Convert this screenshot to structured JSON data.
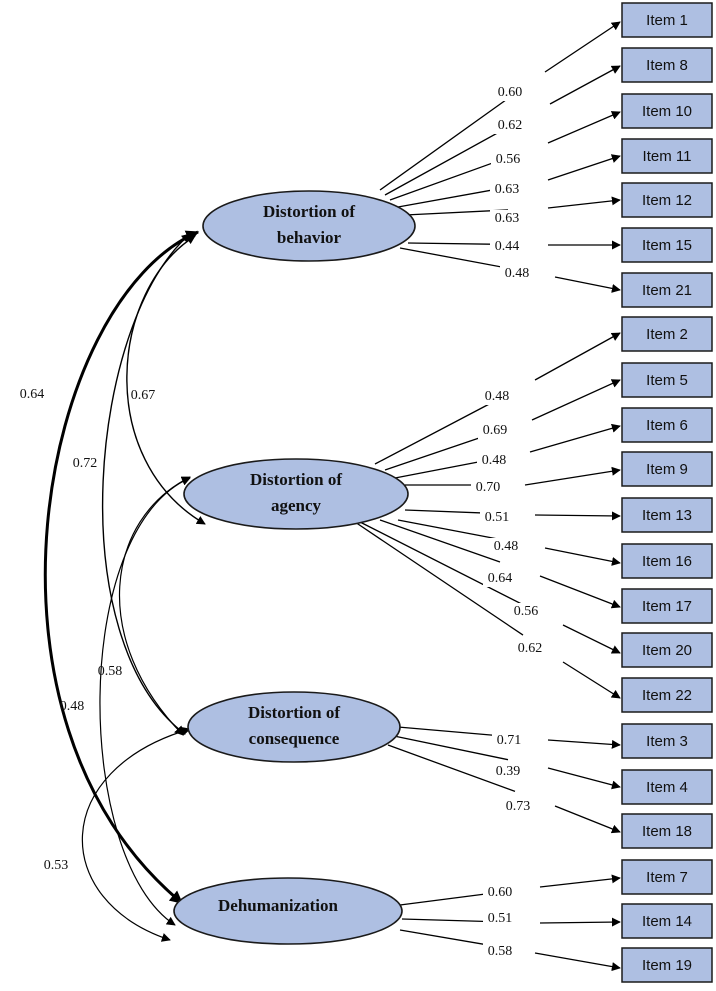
{
  "factors": [
    {
      "id": "behavior",
      "lines": [
        "Distortion of",
        "behavior"
      ]
    },
    {
      "id": "agency",
      "lines": [
        "Distortion of",
        "agency"
      ]
    },
    {
      "id": "consequence",
      "lines": [
        "Distortion of",
        "consequence"
      ]
    },
    {
      "id": "dehumanization",
      "lines": [
        "Dehumanization"
      ]
    }
  ],
  "items": [
    {
      "label": "Item 1",
      "factor": "behavior",
      "loading": "0.60"
    },
    {
      "label": "Item 8",
      "factor": "behavior",
      "loading": "0.62"
    },
    {
      "label": "Item 10",
      "factor": "behavior",
      "loading": "0.56"
    },
    {
      "label": "Item 11",
      "factor": "behavior",
      "loading": "0.63"
    },
    {
      "label": "Item 12",
      "factor": "behavior",
      "loading": "0.63"
    },
    {
      "label": "Item 15",
      "factor": "behavior",
      "loading": "0.44"
    },
    {
      "label": "Item 21",
      "factor": "behavior",
      "loading": "0.48"
    },
    {
      "label": "Item 2",
      "factor": "agency",
      "loading": "0.48"
    },
    {
      "label": "Item 5",
      "factor": "agency",
      "loading": "0.69"
    },
    {
      "label": "Item 6",
      "factor": "agency",
      "loading": "0.48"
    },
    {
      "label": "Item 9",
      "factor": "agency",
      "loading": "0.70"
    },
    {
      "label": "Item 13",
      "factor": "agency",
      "loading": "0.51"
    },
    {
      "label": "Item 16",
      "factor": "agency",
      "loading": "0.48"
    },
    {
      "label": "Item 17",
      "factor": "agency",
      "loading": "0.64"
    },
    {
      "label": "Item 20",
      "factor": "agency",
      "loading": "0.56"
    },
    {
      "label": "Item 22",
      "factor": "agency",
      "loading": "0.62"
    },
    {
      "label": "Item 3",
      "factor": "consequence",
      "loading": "0.71"
    },
    {
      "label": "Item 4",
      "factor": "consequence",
      "loading": "0.39"
    },
    {
      "label": "Item 18",
      "factor": "consequence",
      "loading": "0.73"
    },
    {
      "label": "Item 7",
      "factor": "dehumanization",
      "loading": "0.60"
    },
    {
      "label": "Item 14",
      "factor": "dehumanization",
      "loading": "0.51"
    },
    {
      "label": "Item 19",
      "factor": "dehumanization",
      "loading": "0.58"
    }
  ],
  "correlations": [
    {
      "from": "behavior",
      "to": "dehumanization",
      "value": "0.64"
    },
    {
      "from": "behavior",
      "to": "agency",
      "value": "0.67"
    },
    {
      "from": "behavior",
      "to": "consequence",
      "value": "0.72"
    },
    {
      "from": "agency",
      "to": "consequence",
      "value": "0.58"
    },
    {
      "from": "agency",
      "to": "dehumanization",
      "value": "0.48"
    },
    {
      "from": "consequence",
      "to": "dehumanization",
      "value": "0.53"
    }
  ],
  "colors": {
    "node_fill": "#aebfe2",
    "stroke": "#1a1a1a"
  }
}
